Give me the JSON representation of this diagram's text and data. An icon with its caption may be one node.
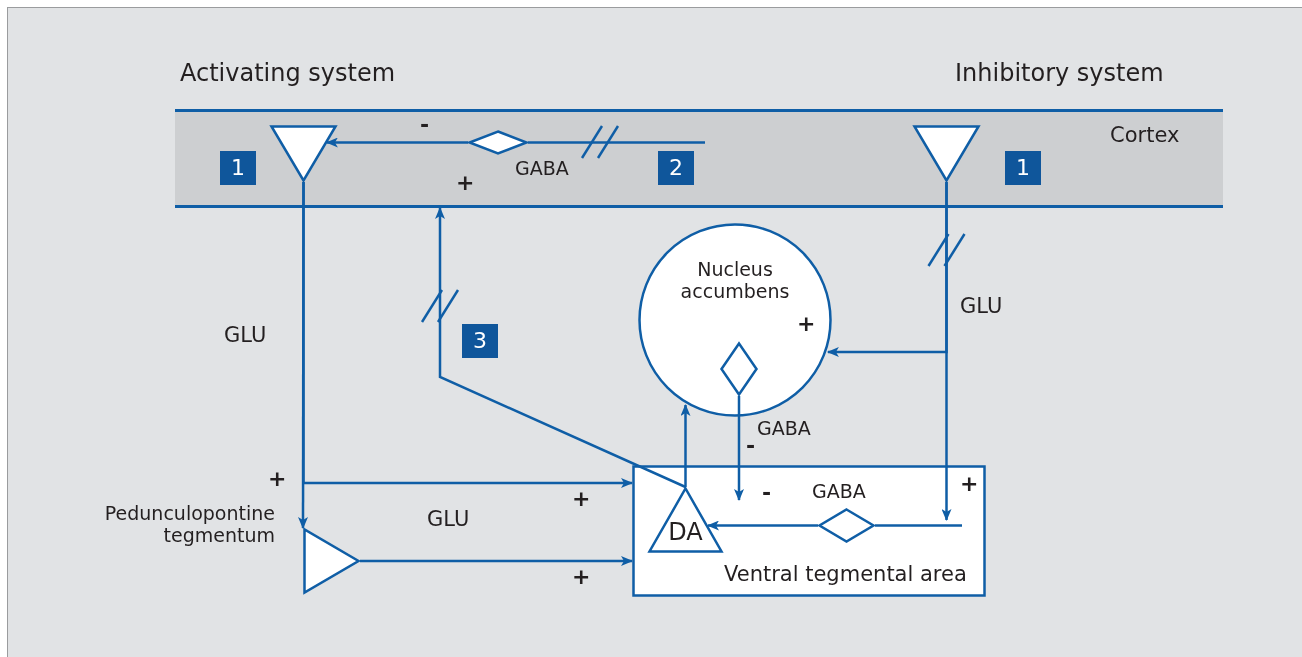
{
  "diagram": {
    "nodes": [
      {
        "text": [
          "Cortex"
        ]
      },
      {
        "text": [],
        "shape": "triangle",
        "in": 0
      },
      {
        "text": [],
        "shape": "diamond",
        "in": 0,
        "beside": [
          "GABA"
        ]
      },
      {
        "text": [],
        "shape": "triangle",
        "in": 0
      },
      {
        "text": [
          "Nucleus accumbens"
        ]
      },
      {
        "text": [],
        "shape": "diamond",
        "in": 4,
        "beside": [
          "GABA"
        ]
      },
      {
        "text": [
          "Ventral tegmental area"
        ]
      },
      {
        "text": [
          "DA"
        ],
        "in": 6
      },
      {
        "text": [],
        "shape": "diamond",
        "in": 6,
        "beside": [
          "GABA"
        ]
      },
      {
        "text": [],
        "shape": "triangle",
        "beside": [
          "Pedunculopontine tegmentum"
        ]
      }
    ],
    "edges": [
      {
        "from": 1,
        "to": 9,
        "arrow": "to",
        "label": "+"
      },
      {
        "from": 1,
        "to": 6,
        "arrow": "to",
        "label": "+"
      },
      {
        "from": 9,
        "to": 6,
        "arrow": "to",
        "label": "+"
      },
      {
        "from": 2,
        "to": 1,
        "arrow": "to",
        "label": "-"
      },
      {
        "from": 2,
        "to": null,
        "arrow": "none"
      },
      {
        "from": 7,
        "to": 0,
        "arrow": "to",
        "label": "+"
      },
      {
        "from": 3,
        "to": 4,
        "arrow": "to",
        "label": "+"
      },
      {
        "from": 3,
        "to": 8,
        "arrow": "to",
        "label": "+"
      },
      {
        "from": 8,
        "to": 7,
        "arrow": "to",
        "label": "-"
      },
      {
        "from": 5,
        "to": 7,
        "arrow": "to",
        "label": "-"
      },
      {
        "from": 7,
        "to": 4,
        "arrow": "to"
      }
    ],
    "labels": [
      "Activating system",
      "Inhibitory system",
      "1",
      "2",
      "1",
      "GLU",
      "GLU",
      "3",
      "GLU"
    ]
  }
}
